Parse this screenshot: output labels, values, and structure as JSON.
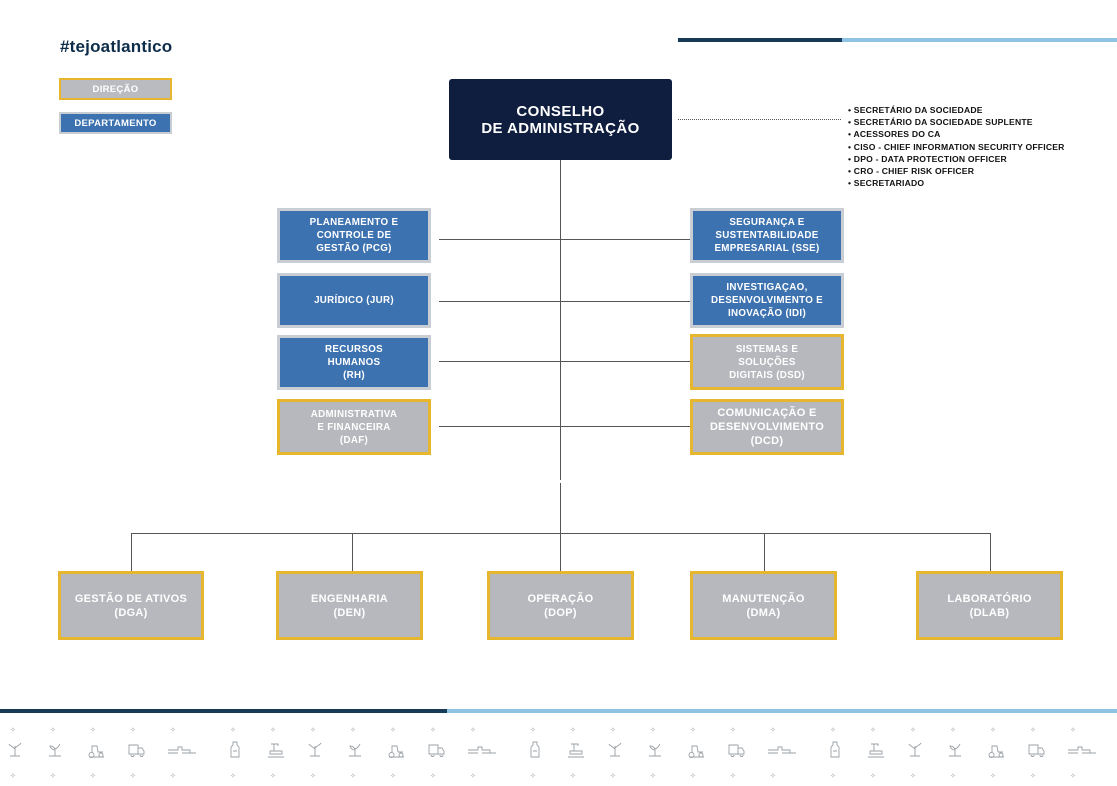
{
  "hashtag": "#tejoatlantico",
  "legend": {
    "direction": "DIREÇÃO",
    "department": "DEPARTAMENTO"
  },
  "board": {
    "line1": "CONSELHO",
    "line2": "DE ADMINISTRAÇÃO"
  },
  "support_units": [
    "• SECRETÁRIO DA SOCIEDADE",
    "• SECRETÁRIO DA SOCIEDADE SUPLENTE",
    "• ACESSORES DO CA",
    "• CISO - CHIEF INFORMATION SECURITY OFFICER",
    "• DPO - DATA PROTECTION OFFICER",
    "• CRO - CHIEF RISK OFFICER",
    "• SECRETARIADO"
  ],
  "left_units": [
    {
      "lines": [
        "PLANEAMENTO E",
        "CONTROLE DE",
        "GESTÃO (PCG)"
      ],
      "kind": "department"
    },
    {
      "lines": [
        "JURÍDICO (JUR)"
      ],
      "kind": "department"
    },
    {
      "lines": [
        "RECURSOS",
        "HUMANOS",
        "(RH)"
      ],
      "kind": "department"
    },
    {
      "lines": [
        "ADMINISTRATIVA",
        "E FINANCEIRA",
        "(DAF)"
      ],
      "kind": "direction"
    }
  ],
  "right_units": [
    {
      "lines": [
        "SEGURANÇA E",
        "SUSTENTABILIDADE",
        "EMPRESARIAL (SSE)"
      ],
      "kind": "department"
    },
    {
      "lines": [
        "INVESTIGAÇAO,",
        "DESENVOLVIMENTO E",
        "INOVAÇÃO  (IDI)"
      ],
      "kind": "department"
    },
    {
      "lines": [
        "SISTEMAS E",
        "SOLUÇÕES",
        "DIGITAIS (DSD)"
      ],
      "kind": "direction"
    },
    {
      "lines": [
        "COMUNICAÇÃO E",
        "DESENVOLVIMENTO",
        "(DCD)"
      ],
      "kind": "direction"
    }
  ],
  "bottom_units": [
    {
      "lines": [
        "GESTÃO DE ATIVOS",
        "(DGA)"
      ],
      "kind": "direction"
    },
    {
      "lines": [
        "ENGENHARIA",
        "(DEN)"
      ],
      "kind": "direction"
    },
    {
      "lines": [
        "OPERAÇÃO",
        "(DOP)"
      ],
      "kind": "direction"
    },
    {
      "lines": [
        "MANUTENÇÃO",
        "(DMA)"
      ],
      "kind": "direction"
    },
    {
      "lines": [
        "LABORATÓRIO",
        "(DLAB)"
      ],
      "kind": "direction"
    }
  ],
  "colors": {
    "navy": "#0f1d3f",
    "department_blue": "#3d72b0",
    "direction_grey": "#b6b8bd",
    "direction_border": "#e7b62f",
    "accent_light": "#8ec3e3",
    "accent_dark": "#173a57"
  }
}
